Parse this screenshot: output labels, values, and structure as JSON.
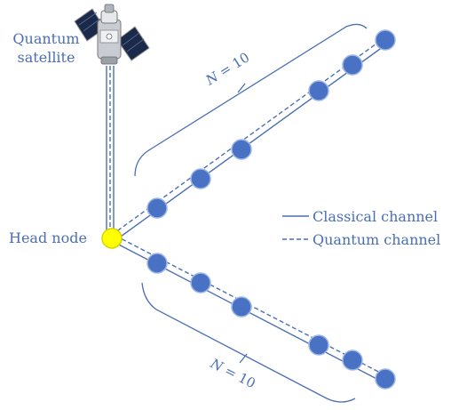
{
  "satellite": {
    "label_line1": "Quantum",
    "label_line2": "satellite",
    "icon": "satellite-icon"
  },
  "head_node": {
    "label": "Head node",
    "color": "#ffff00"
  },
  "upper_chain": {
    "count_label_N": "N",
    "count_label_eq": " = 10"
  },
  "lower_chain": {
    "count_label_N": "N",
    "count_label_eq": " = 10"
  },
  "legend": {
    "classical": "Classical channel",
    "quantum": "Quantum channel"
  },
  "colors": {
    "accent": "#4a6fb5",
    "node_fill": "#4a72c4",
    "head_fill": "#ffff00"
  }
}
